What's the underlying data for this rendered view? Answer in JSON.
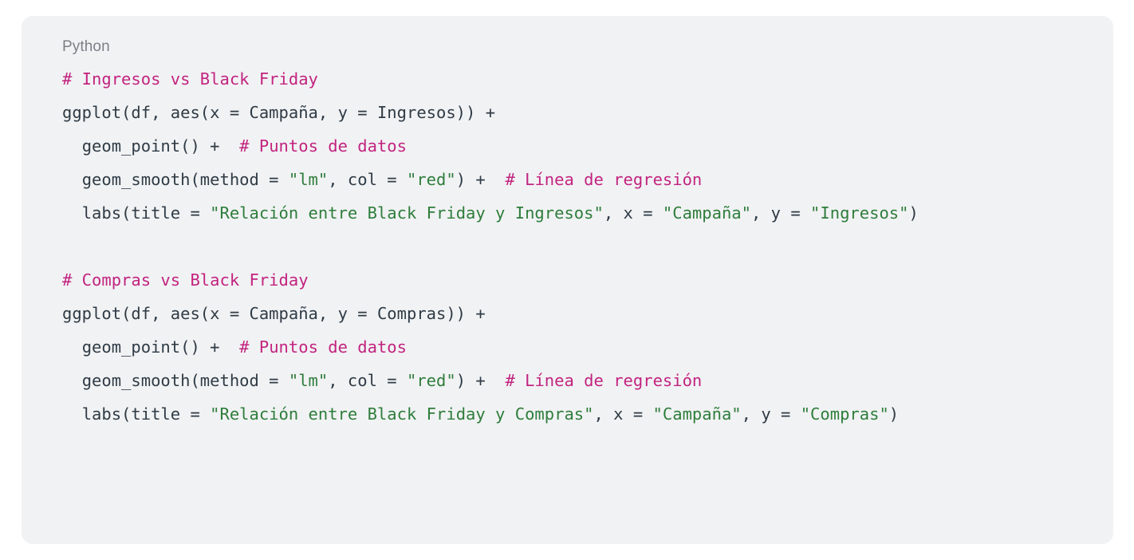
{
  "page": {
    "background": "#ffffff"
  },
  "code_block": {
    "language_label": "Python",
    "background": "#f1f2f4",
    "colors": {
      "comment": "#c2247f",
      "string": "#2e7d3b",
      "plain": "#2f3b45",
      "language_label": "#7b7f85"
    },
    "lines": [
      {
        "id": "l1",
        "tokens": [
          {
            "t": "comment",
            "s": "# Ingresos vs Black Friday"
          }
        ]
      },
      {
        "id": "l2",
        "tokens": [
          {
            "t": "plain",
            "s": "ggplot(df, aes(x = Campaña, y = Ingresos)) +"
          }
        ]
      },
      {
        "id": "l3",
        "tokens": [
          {
            "t": "plain",
            "s": "  geom_point() +  "
          },
          {
            "t": "comment",
            "s": "# Puntos de datos"
          }
        ]
      },
      {
        "id": "l4",
        "tokens": [
          {
            "t": "plain",
            "s": "  geom_smooth(method = "
          },
          {
            "t": "string",
            "s": "\"lm\""
          },
          {
            "t": "plain",
            "s": ", col = "
          },
          {
            "t": "string",
            "s": "\"red\""
          },
          {
            "t": "plain",
            "s": ") +  "
          },
          {
            "t": "comment",
            "s": "# Línea de regresión"
          }
        ]
      },
      {
        "id": "l5",
        "tokens": [
          {
            "t": "plain",
            "s": "  labs(title = "
          },
          {
            "t": "string",
            "s": "\"Relación entre Black Friday y Ingresos\""
          },
          {
            "t": "plain",
            "s": ", x = "
          },
          {
            "t": "string",
            "s": "\"Campaña\""
          },
          {
            "t": "plain",
            "s": ", y = "
          },
          {
            "t": "string",
            "s": "\"Ingresos\""
          },
          {
            "t": "plain",
            "s": ")"
          }
        ]
      },
      {
        "id": "l6",
        "blank": true,
        "tokens": []
      },
      {
        "id": "l7",
        "tokens": [
          {
            "t": "comment",
            "s": "# Compras vs Black Friday"
          }
        ]
      },
      {
        "id": "l8",
        "tokens": [
          {
            "t": "plain",
            "s": "ggplot(df, aes(x = Campaña, y = Compras)) +"
          }
        ]
      },
      {
        "id": "l9",
        "tokens": [
          {
            "t": "plain",
            "s": "  geom_point() +  "
          },
          {
            "t": "comment",
            "s": "# Puntos de datos"
          }
        ]
      },
      {
        "id": "l10",
        "tokens": [
          {
            "t": "plain",
            "s": "  geom_smooth(method = "
          },
          {
            "t": "string",
            "s": "\"lm\""
          },
          {
            "t": "plain",
            "s": ", col = "
          },
          {
            "t": "string",
            "s": "\"red\""
          },
          {
            "t": "plain",
            "s": ") +  "
          },
          {
            "t": "comment",
            "s": "# Línea de regresión"
          }
        ]
      },
      {
        "id": "l11",
        "tokens": [
          {
            "t": "plain",
            "s": "  labs(title = "
          },
          {
            "t": "string",
            "s": "\"Relación entre Black Friday y Compras\""
          },
          {
            "t": "plain",
            "s": ", x = "
          },
          {
            "t": "string",
            "s": "\"Campaña\""
          },
          {
            "t": "plain",
            "s": ", y = "
          },
          {
            "t": "string",
            "s": "\"Compras\""
          },
          {
            "t": "plain",
            "s": ")"
          }
        ]
      }
    ]
  }
}
